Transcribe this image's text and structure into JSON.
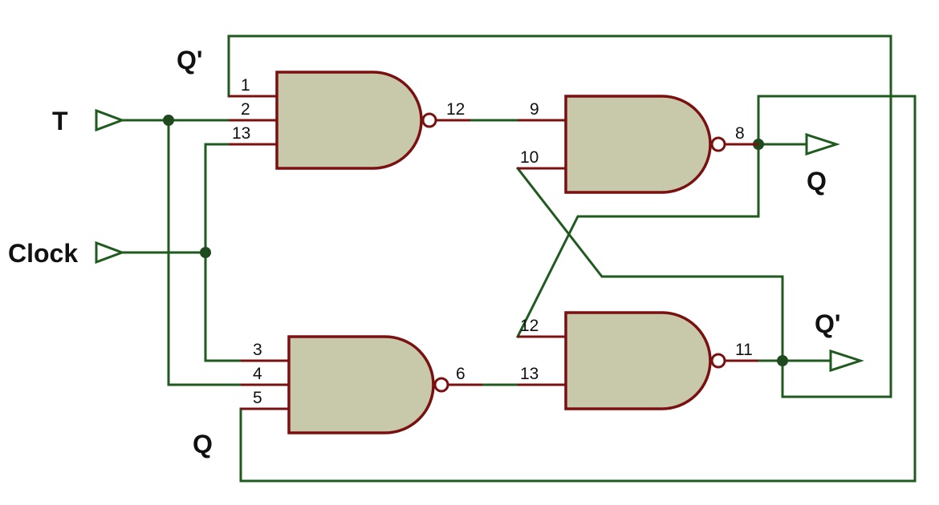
{
  "labels": {
    "input_t": "T",
    "input_clock": "Clock",
    "feedback_q_prime": "Q'",
    "feedback_q": "Q",
    "output_q": "Q",
    "output_q_prime": "Q'"
  },
  "gates": {
    "top_left": {
      "pin_in_a": "1",
      "pin_in_b": "2",
      "pin_in_c": "13",
      "pin_out": "12"
    },
    "bottom_left": {
      "pin_in_a": "3",
      "pin_in_b": "4",
      "pin_in_c": "5",
      "pin_out": "6"
    },
    "top_right": {
      "pin_in_a": "9",
      "pin_in_b": "10",
      "pin_out": "8"
    },
    "bottom_right": {
      "pin_in_a": "12",
      "pin_in_b": "13",
      "pin_out": "11"
    }
  },
  "colors": {
    "wire": "#1f5a1f",
    "pin": "#7a1010",
    "gate_fill": "#c8c8aa",
    "junction": "#1f4a1f"
  }
}
